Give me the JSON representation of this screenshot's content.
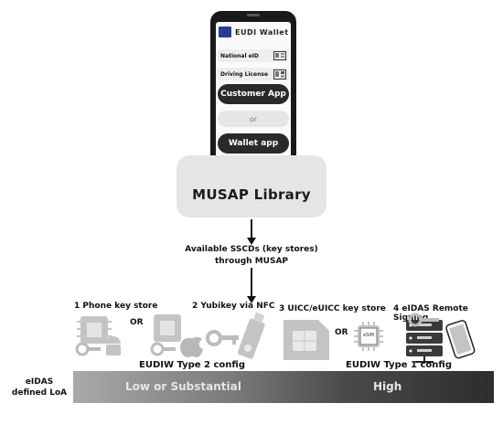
{
  "phone": {
    "header": "EUDI Wallet",
    "national_eid": "National eID",
    "driving_license": "Driving License",
    "customer_app": "Customer App",
    "or": "or",
    "wallet_app": "Wallet app"
  },
  "library": {
    "label": "MUSAP Library"
  },
  "available": {
    "line1": "Available SSCDs (key stores)",
    "line2": "through MUSAP"
  },
  "stores": {
    "phone": "1 Phone key store",
    "yubikey": "2 Yubikey via NFC",
    "uicc": "3 UICC/eUICC key store",
    "remote": "4 eIDAS Remote Signing",
    "or": "OR",
    "esim": "eSIM"
  },
  "configs": {
    "type2": "EUDIW Type 2 config",
    "type1": "EUDIW Type 1 config"
  },
  "loa": {
    "label_line1": "eIDAS",
    "label_line2": "defined LoA",
    "low": "Low or Substantial",
    "high": "High"
  },
  "colors": {
    "dark": "#1a1a1a",
    "eu_blue": "#243f8f",
    "icon_gray": "#c4c4c4"
  }
}
